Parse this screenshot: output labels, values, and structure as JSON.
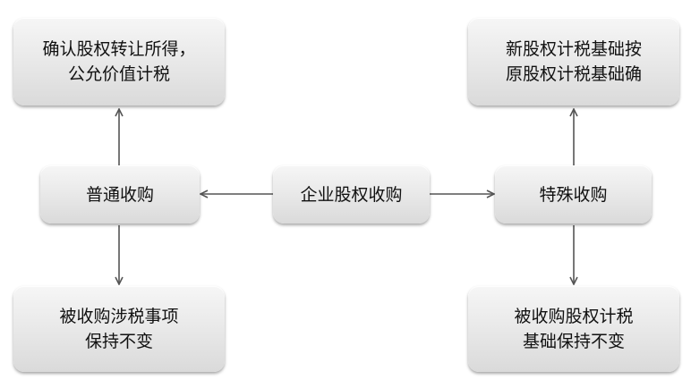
{
  "nodes": {
    "center": {
      "line1": "企业股权收购"
    },
    "general": {
      "line1": "普通收购"
    },
    "special": {
      "line1": "特殊收购"
    },
    "general_top": {
      "line1": "确认股权转让所得，",
      "line2": "公允价值计税"
    },
    "general_bottom": {
      "line1": "被收购涉税事项",
      "line2": "保持不变"
    },
    "special_top": {
      "line1": "新股权计税基础按",
      "line2": "原股权计税基础确"
    },
    "special_bottom": {
      "line1": "被收购股权计税",
      "line2": "基础保持不变"
    }
  },
  "colors": {
    "arrow": "#555555",
    "node_fill": "#e7e7e7",
    "text": "#111111"
  }
}
